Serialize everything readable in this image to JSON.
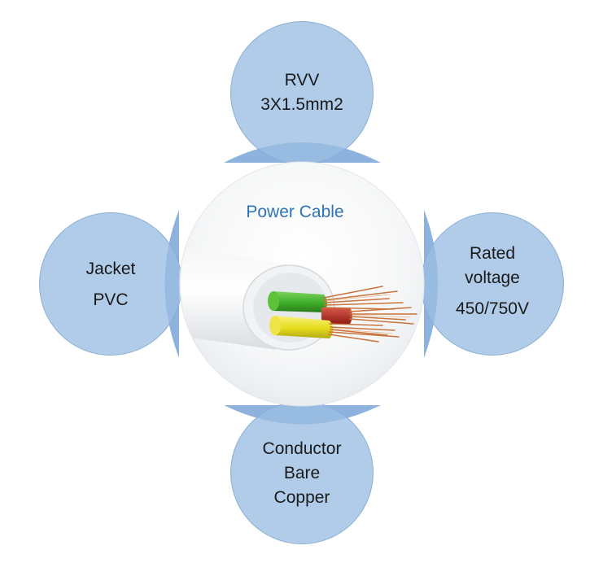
{
  "center": {
    "title": "Power Cable",
    "title_color": "#2e74b5"
  },
  "top": {
    "line1": "RVV",
    "line2": "3X1.5mm2"
  },
  "left": {
    "line1": "Jacket",
    "line2": "PVC"
  },
  "right": {
    "line1": "Rated",
    "line2": "voltage",
    "line3": "450/750V"
  },
  "bottom": {
    "line1": "Conductor",
    "line2": "Bare",
    "line3": "Copper"
  },
  "colors": {
    "bubble_fill": "#9bbee2",
    "wire_green": "#3fae2a",
    "wire_yellow": "#e6dc1e",
    "wire_red": "#b3281d",
    "copper": "#c8743c"
  }
}
